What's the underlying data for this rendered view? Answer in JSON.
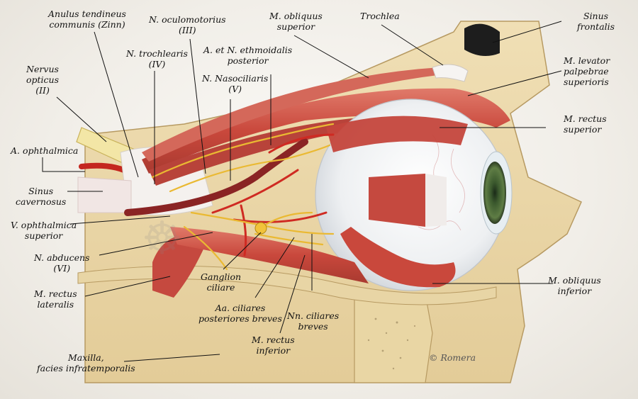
{
  "credit": "© Romera",
  "labels": {
    "anulus": "Anulus tendineus\ncommunis (Zinn)",
    "oculomotorius": "N. oculomotorius\n(III)",
    "obliquus_sup": "M. obliquus\nsuperior",
    "trochlea": "Trochlea",
    "sinus_frontalis": "Sinus\nfrontalis",
    "nervus_opticus": "Nervus\nopticus\n(II)",
    "trochlearis": "N. trochlearis\n(IV)",
    "ethmoidalis": "A. et N. ethmoidalis\nposterior",
    "levator": "M. levator\npalpebrae\nsuperioris",
    "nasociliaris": "N. Nasociliaris\n(V)",
    "rectus_sup": "M. rectus\nsuperior",
    "ophthalmica": "A. ophthalmica",
    "sinus_cavernosus": "Sinus\ncavernosus",
    "v_ophthalmica": "V. ophthalmica\nsuperior",
    "abducens": "N. abducens\n(VI)",
    "ganglion": "Ganglion\nciliare",
    "obliquus_inf": "M. obliquus\ninferior",
    "rectus_lat": "M. rectus\nlateralis",
    "aa_ciliares": "Aa. ciliares\nposteriores breves",
    "nn_ciliares": "Nn. ciliares\nbreves",
    "rectus_inf": "M. rectus\ninferior",
    "maxilla": "Maxilla,\nfacies infratemporalis"
  }
}
